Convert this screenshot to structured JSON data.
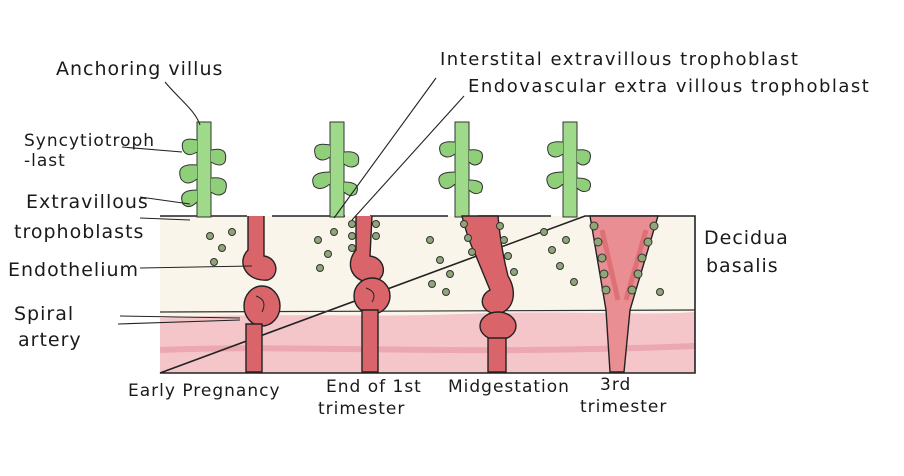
{
  "labels": {
    "anchoring_villus": "Anchoring villus",
    "interstitial": "Interstital extravillous trophoblast",
    "endovascular": "Endovascular extra villous trophoblast",
    "syncytiotroph_line1": "Syncytiotroph",
    "syncytiotroph_line2": "-last",
    "extravillous_line1": "Extravillous",
    "extravillous_line2": "trophoblasts",
    "endothelium": "Endothelium",
    "spiral_line1": "Spiral",
    "spiral_line2": "artery",
    "decidua_line1": "Decidua",
    "decidua_line2": "basalis"
  },
  "stages": [
    {
      "line1": "Early Pregnancy",
      "line2": ""
    },
    {
      "line1": "End of 1st",
      "line2": "trimester"
    },
    {
      "line1": "Midgestation",
      "line2": ""
    },
    {
      "line1": "3rd",
      "line2": "trimester"
    }
  ],
  "colors": {
    "villus_green": "#9fd98a",
    "syncytium_green": "#8fcf7a",
    "artery_red": "#d9656a",
    "artery_light": "#e98e93",
    "myometrium_pink": "#f2b6bf",
    "decidua_tan": "#faf5ea",
    "trophoblast_cell": "#8ea678",
    "outline": "#222222"
  }
}
